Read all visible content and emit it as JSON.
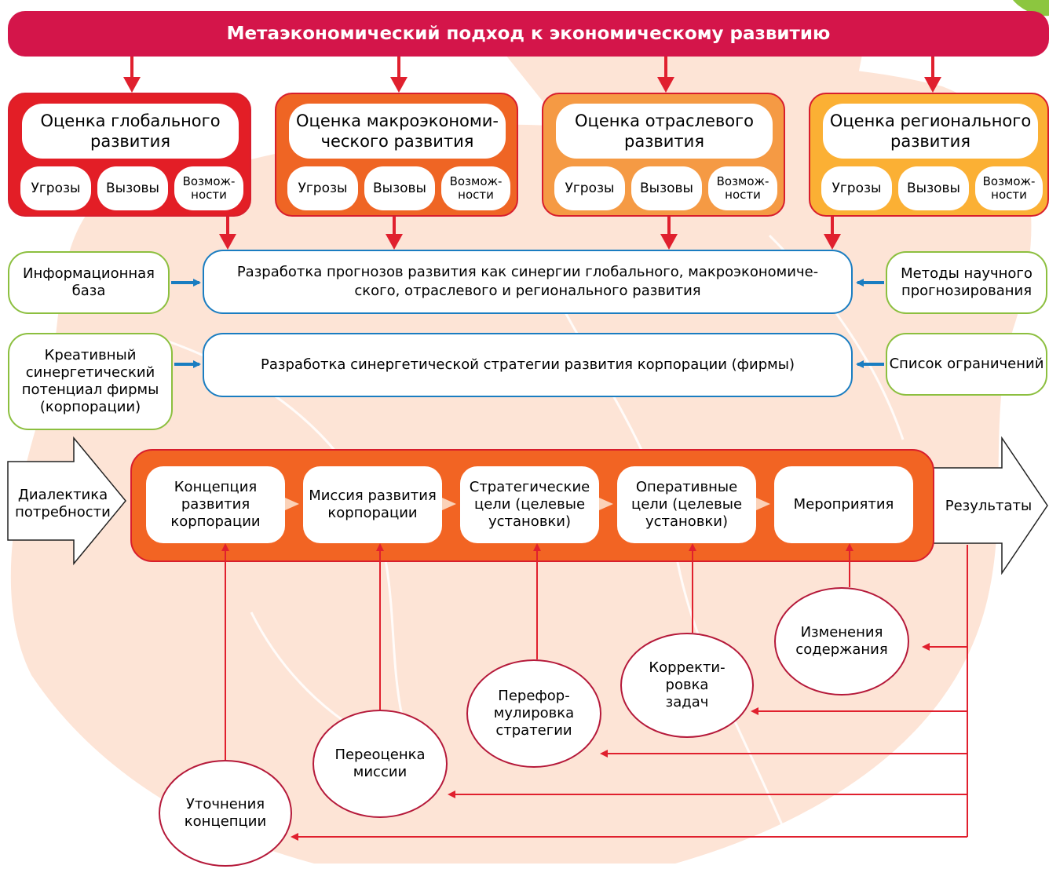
{
  "title": "Метаэкономический подход к экономическому развитию",
  "colors": {
    "title_bar": "#d4154a",
    "assess_global": "#e31e26",
    "assess_macro": "#ef6524",
    "assess_sector": "#f59a44",
    "assess_regional": "#fbb034",
    "process": "#f26423",
    "arrow_red": "#e0202e",
    "arrow_blue": "#1a7dc1",
    "green_border": "#8cbf3f",
    "blue_border": "#1a7dc1",
    "background_map": "#fde3d4"
  },
  "assessments": [
    {
      "title": "Оценка глобального развития",
      "threats": "Угрозы",
      "challenges": "Вызовы",
      "opportunities": "Возмож-ности"
    },
    {
      "title": "Оценка макроэкономи-ческого развития",
      "threats": "Угрозы",
      "challenges": "Вызовы",
      "opportunities": "Возмож-ности"
    },
    {
      "title": "Оценка отраслевого развития",
      "threats": "Угрозы",
      "challenges": "Вызовы",
      "opportunities": "Возмож-ности"
    },
    {
      "title": "Оценка регионального развития",
      "threats": "Угрозы",
      "challenges": "Вызовы",
      "opportunities": "Возмож-ности"
    }
  ],
  "forecast": {
    "main": "Разработка прогнозов развития как синергии глобального, макроэкономиче-ского, отраслевого и регионального развития",
    "left": "Информационная база",
    "right": "Методы научного прогнозирования"
  },
  "strategy": {
    "main": "Разработка синергетической стратегии развития корпорации (фирмы)",
    "left": "Креативный синергетический потенциал фирмы (корпорации)",
    "right": "Список ограничений"
  },
  "input_arrow": "Диалектика потребности",
  "output_arrow": "Результаты",
  "stages": [
    "Концепция развития корпорации",
    "Миссия развития корпорации",
    "Стратегические цели (целевые установки)",
    "Оперативные цели (целевые установки)",
    "Мероприятия"
  ],
  "feedback": [
    "Уточнения концепции",
    "Переоценка миссии",
    "Перефор-мулировка стратегии",
    "Корректи-ровка задач",
    "Изменения содержания"
  ]
}
